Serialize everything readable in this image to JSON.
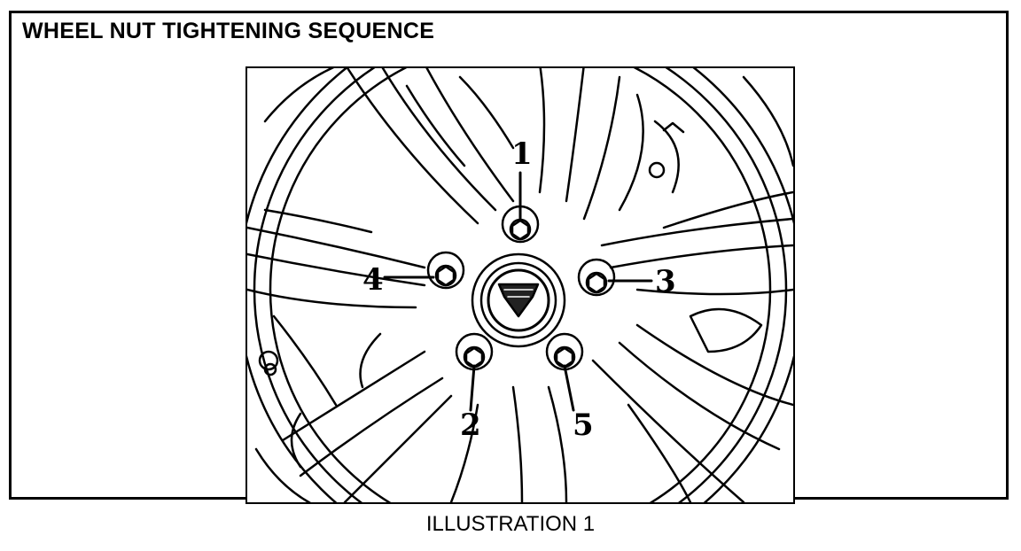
{
  "title": "WHEEL NUT  TIGHTENING SEQUENCE",
  "caption": "ILLUSTRATION 1",
  "sequence_labels": [
    "1",
    "2",
    "3",
    "4",
    "5"
  ],
  "icons": {
    "wheel": "alloy-wheel-drawing",
    "center_cap": "jaguar-emblem"
  }
}
